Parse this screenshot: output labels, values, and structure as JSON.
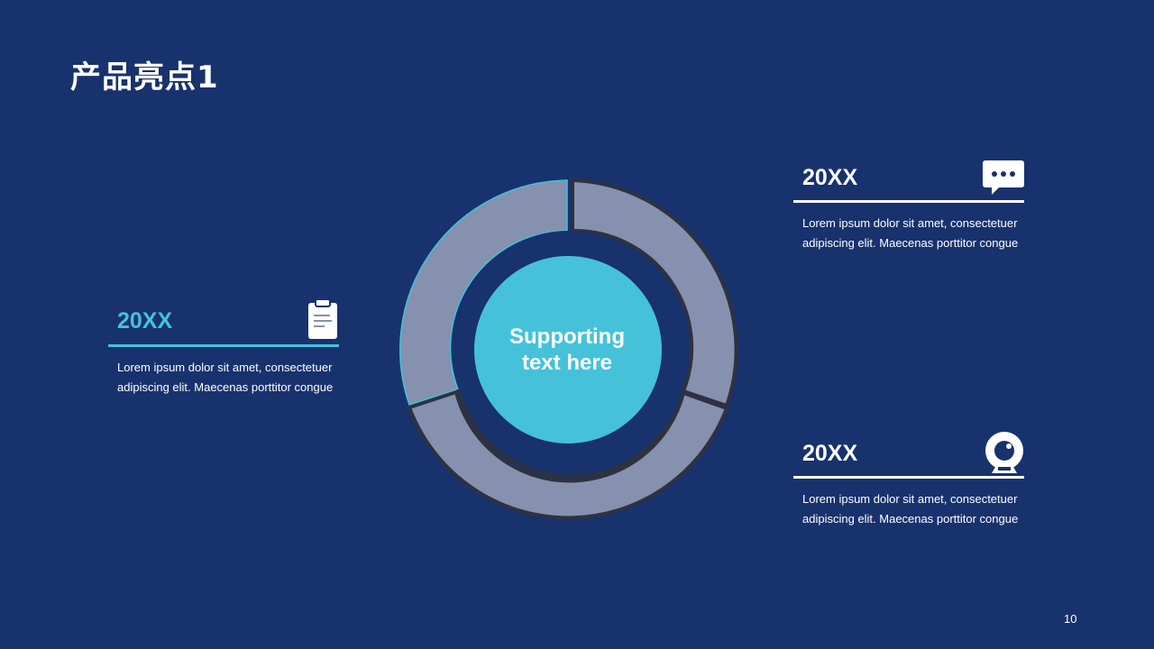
{
  "slide": {
    "title": "产品亮点1",
    "page_number": "10"
  },
  "center": {
    "line1": "Supporting",
    "line2": "text here"
  },
  "blocks": {
    "left": {
      "year": "20XX",
      "desc_line1": "Lorem ipsum dolor sit amet, consectetuer",
      "desc_line2": "adipiscing elit. Maecenas porttitor congue",
      "icon": "clipboard-icon"
    },
    "right_top": {
      "year": "20XX",
      "desc_line1": "Lorem ipsum dolor sit amet, consectetuer",
      "desc_line2": "adipiscing elit. Maecenas porttitor congue",
      "icon": "chat-bubble-icon"
    },
    "right_bottom": {
      "year": "20XX",
      "desc_line1": "Lorem ipsum dolor sit amet, consectetuer",
      "desc_line2": "adipiscing elit. Maecenas porttitor congue",
      "icon": "webcam-icon"
    }
  },
  "colors": {
    "background": "#18326e",
    "accent": "#45c2da",
    "ring_segment": "#8591ae",
    "ring_outline": "#2e3240",
    "text": "#ffffff"
  }
}
